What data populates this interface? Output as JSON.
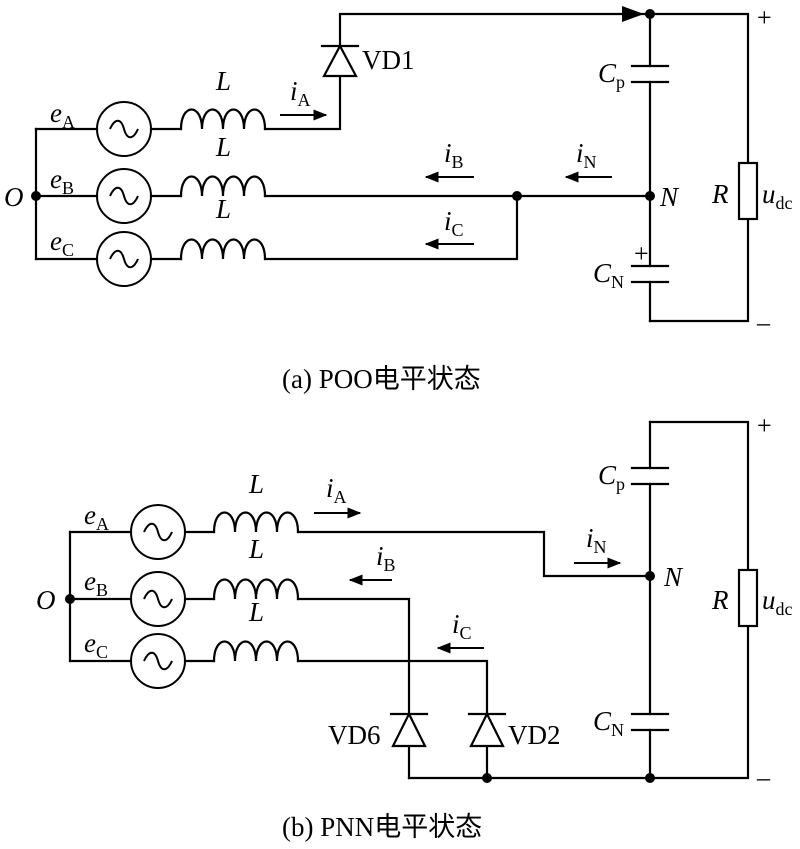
{
  "panel_a": {
    "caption": "(a)  POO电平状态",
    "node_o": "O",
    "node_n": "N",
    "sources": [
      {
        "letter": "e",
        "sub": "A"
      },
      {
        "letter": "e",
        "sub": "B"
      },
      {
        "letter": "e",
        "sub": "C"
      }
    ],
    "inductor": "L",
    "currents": {
      "a": {
        "letter": "i",
        "sub": "A"
      },
      "b": {
        "letter": "i",
        "sub": "B"
      },
      "c": {
        "letter": "i",
        "sub": "C"
      },
      "n": {
        "letter": "i",
        "sub": "N"
      }
    },
    "diodes": [
      "VD1"
    ],
    "cap_p": {
      "letter": "C",
      "sub": "p"
    },
    "cap_n": {
      "letter": "C",
      "sub": "N"
    },
    "cap_polarity": "+",
    "load": "R",
    "voltage": {
      "letter": "u",
      "sub": "dc"
    },
    "plus": "+",
    "minus": "–"
  },
  "panel_b": {
    "caption": "(b)  PNN电平状态",
    "node_o": "O",
    "node_n": "N",
    "sources": [
      {
        "letter": "e",
        "sub": "A"
      },
      {
        "letter": "e",
        "sub": "B"
      },
      {
        "letter": "e",
        "sub": "C"
      }
    ],
    "inductor": "L",
    "currents": {
      "a": {
        "letter": "i",
        "sub": "A"
      },
      "b": {
        "letter": "i",
        "sub": "B"
      },
      "c": {
        "letter": "i",
        "sub": "C"
      },
      "n": {
        "letter": "i",
        "sub": "N"
      }
    },
    "diodes": [
      "VD6",
      "VD2"
    ],
    "cap_p": {
      "letter": "C",
      "sub": "p"
    },
    "cap_n": {
      "letter": "C",
      "sub": "N"
    },
    "load": "R",
    "voltage": {
      "letter": "u",
      "sub": "dc"
    },
    "plus": "+",
    "minus": "–"
  }
}
